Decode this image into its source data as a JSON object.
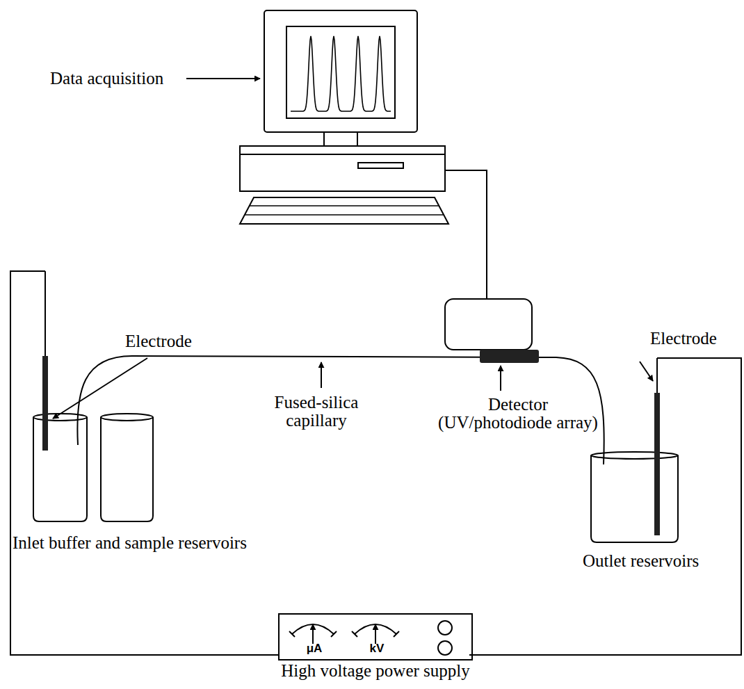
{
  "diagram": {
    "nodes": [
      {
        "text": [
          "μA",
          "kV",
          "High voltage power supply"
        ]
      }
    ],
    "labels": [
      "Data acquisition",
      "Electrode",
      "Fused-silica capillary",
      "Detector (UV/photodiode array)",
      "Electrode",
      "Inlet buffer and sample reservoirs",
      "Outlet reservoirs"
    ]
  }
}
